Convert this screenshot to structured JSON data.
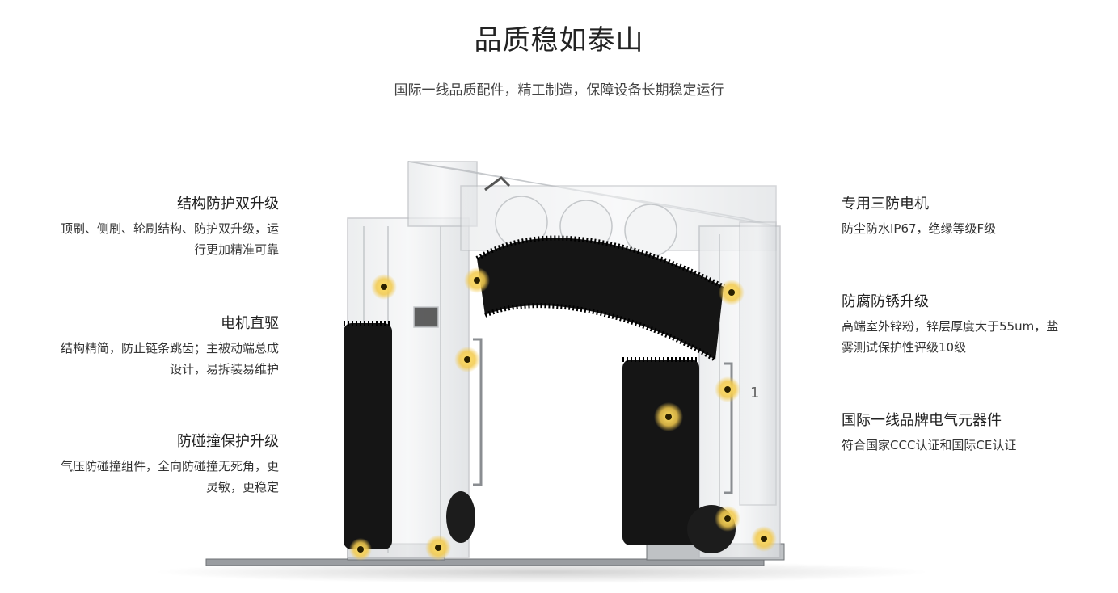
{
  "header": {
    "title": "品质稳如泰山",
    "subtitle": "国际一线品质配件，精工制造，保障设备长期稳定运行"
  },
  "features_left": [
    {
      "title": "结构防护双升级",
      "desc": "顶刷、侧刷、轮刷结构、防护双升级，运行更加精准可靠"
    },
    {
      "title": "电机直驱",
      "desc": "结构精简，防止链条跳齿；主被动端总成设计，易拆装易维护"
    },
    {
      "title": "防碰撞保护升级",
      "desc": "气压防碰撞组件，全向防碰撞无死角，更灵敏，更稳定"
    }
  ],
  "features_right": [
    {
      "title": "专用三防电机",
      "desc": "防尘防水IP67，绝缘等级F级"
    },
    {
      "title": "防腐防锈升级",
      "desc": "高端室外锌粉，锌层厚度大于55um，盐雾测试保护性评级10级"
    },
    {
      "title": "国际一线品牌电气元器件",
      "desc": "符合国家CCC认证和国际CE认证"
    }
  ],
  "machine": {
    "frame_label": "1",
    "colors": {
      "highlight": "#f2c94c",
      "highlight_dot": "#2a2000",
      "brush": "#151515",
      "frame": "#c9ccd0"
    }
  }
}
